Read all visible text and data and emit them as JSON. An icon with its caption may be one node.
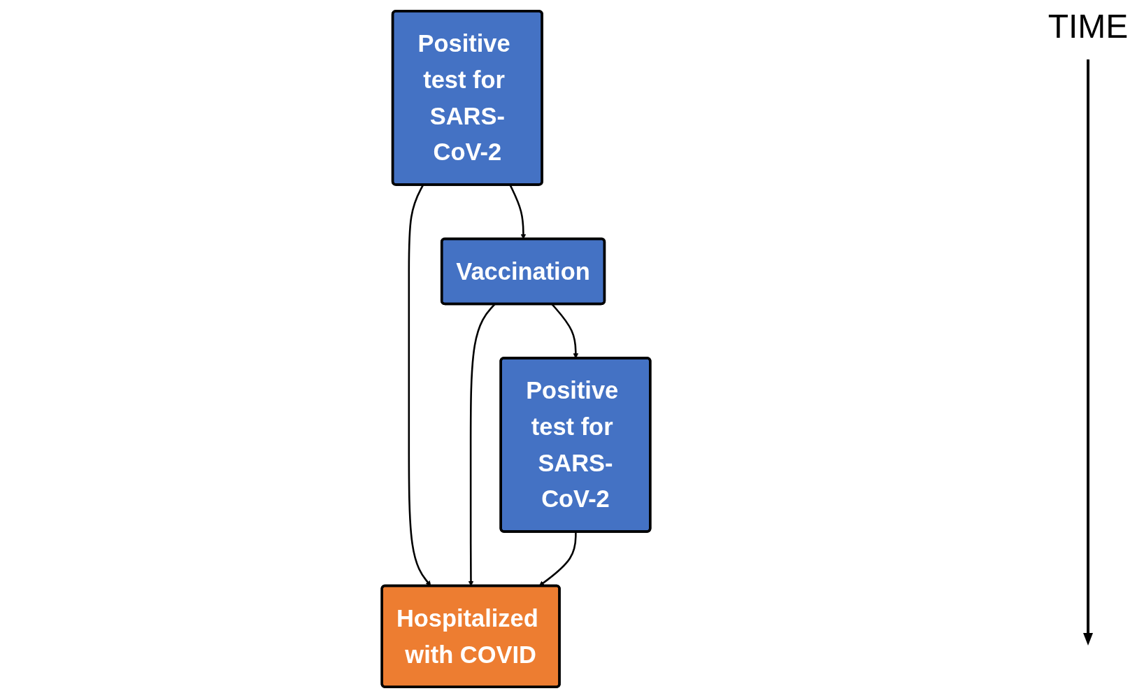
{
  "diagram": {
    "nodes": [
      {
        "text": [
          "Positive test for SARS-CoV-2"
        ]
      },
      {
        "text": [
          "Vaccination"
        ]
      },
      {
        "text": [
          "Positive test for SARS-CoV-2"
        ]
      },
      {
        "text": [
          "Hospitalized with COVID"
        ]
      }
    ],
    "edges": [
      {
        "from": 0,
        "to": 1,
        "arrow": "to"
      },
      {
        "from": 0,
        "to": 3,
        "arrow": "to"
      },
      {
        "from": 1,
        "to": 2,
        "arrow": "to"
      },
      {
        "from": 1,
        "to": 3,
        "arrow": "to"
      },
      {
        "from": 2,
        "to": 3,
        "arrow": "to"
      }
    ],
    "labels": [
      "TIME"
    ]
  }
}
